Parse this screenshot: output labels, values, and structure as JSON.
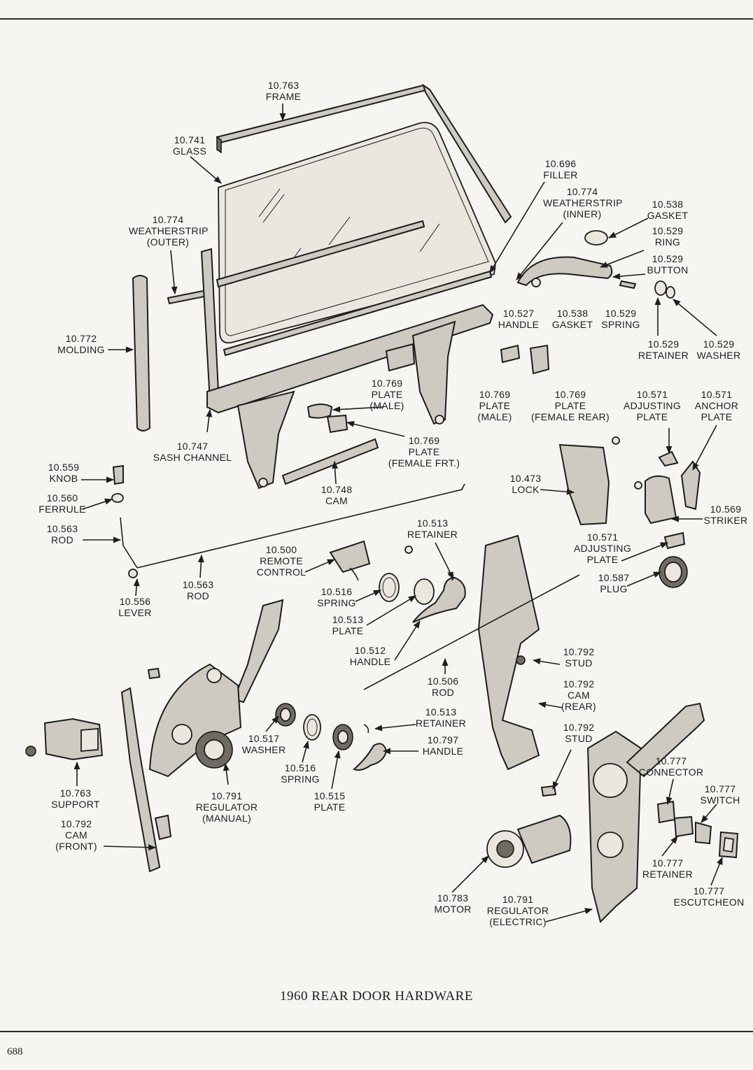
{
  "caption": "1960 REAR DOOR HARDWARE",
  "page_number": "688",
  "callouts": [
    {
      "num": "10.763",
      "lines": [
        "FRAME"
      ]
    },
    {
      "num": "10.741",
      "lines": [
        "GLASS"
      ]
    },
    {
      "num": "10.696",
      "lines": [
        "FILLER"
      ]
    },
    {
      "num": "10.774",
      "lines": [
        "WEATHERSTRIP",
        "(INNER)"
      ]
    },
    {
      "num": "10.538",
      "lines": [
        "GASKET"
      ]
    },
    {
      "num": "10.529",
      "lines": [
        "RING"
      ]
    },
    {
      "num": "10.529",
      "lines": [
        "BUTTON"
      ]
    },
    {
      "num": "10.774",
      "lines": [
        "WEATHERSTRIP",
        "(OUTER)"
      ]
    },
    {
      "num": "10.527",
      "lines": [
        "HANDLE"
      ]
    },
    {
      "num": "10.538",
      "lines": [
        "GASKET"
      ]
    },
    {
      "num": "10.529",
      "lines": [
        "SPRING"
      ]
    },
    {
      "num": "10.772",
      "lines": [
        "MOLDING"
      ]
    },
    {
      "num": "10.529",
      "lines": [
        "RETAINER"
      ]
    },
    {
      "num": "10.529",
      "lines": [
        "WASHER"
      ]
    },
    {
      "num": "10.769",
      "lines": [
        "PLATE",
        "(MALE)"
      ]
    },
    {
      "num": "10.769",
      "lines": [
        "PLATE",
        "(MALE)"
      ]
    },
    {
      "num": "10.769",
      "lines": [
        "PLATE",
        "(FEMALE REAR)"
      ]
    },
    {
      "num": "10.571",
      "lines": [
        "ADJUSTING",
        "PLATE"
      ]
    },
    {
      "num": "10.571",
      "lines": [
        "ANCHOR",
        "PLATE"
      ]
    },
    {
      "num": "10.747",
      "lines": [
        "SASH CHANNEL"
      ]
    },
    {
      "num": "10.769",
      "lines": [
        "PLATE",
        "(FEMALE FRT.)"
      ]
    },
    {
      "num": "10.559",
      "lines": [
        "KNOB"
      ]
    },
    {
      "num": "10.560",
      "lines": [
        "FERRULE"
      ]
    },
    {
      "num": "10.748",
      "lines": [
        "CAM"
      ]
    },
    {
      "num": "10.473",
      "lines": [
        "LOCK"
      ]
    },
    {
      "num": "10.569",
      "lines": [
        "STRIKER"
      ]
    },
    {
      "num": "10.563",
      "lines": [
        "ROD"
      ]
    },
    {
      "num": "10.513",
      "lines": [
        "RETAINER"
      ]
    },
    {
      "num": "10.571",
      "lines": [
        "ADJUSTING",
        "PLATE"
      ]
    },
    {
      "num": "10.500",
      "lines": [
        "REMOTE",
        "CONTROL"
      ]
    },
    {
      "num": "10.587",
      "lines": [
        "PLUG"
      ]
    },
    {
      "num": "10.563",
      "lines": [
        "ROD"
      ]
    },
    {
      "num": "10.516",
      "lines": [
        "SPRING"
      ]
    },
    {
      "num": "10.556",
      "lines": [
        "LEVER"
      ]
    },
    {
      "num": "10.513",
      "lines": [
        "PLATE"
      ]
    },
    {
      "num": "10.512",
      "lines": [
        "HANDLE"
      ]
    },
    {
      "num": "10.792",
      "lines": [
        "STUD"
      ]
    },
    {
      "num": "10.506",
      "lines": [
        "ROD"
      ]
    },
    {
      "num": "10.792",
      "lines": [
        "CAM",
        "(REAR)"
      ]
    },
    {
      "num": "10.513",
      "lines": [
        "RETAINER"
      ]
    },
    {
      "num": "10.517",
      "lines": [
        "WASHER"
      ]
    },
    {
      "num": "10.797",
      "lines": [
        "HANDLE"
      ]
    },
    {
      "num": "10.792",
      "lines": [
        "STUD"
      ]
    },
    {
      "num": "10.516",
      "lines": [
        "SPRING"
      ]
    },
    {
      "num": "10.777",
      "lines": [
        "CONNECTOR"
      ]
    },
    {
      "num": "10.763",
      "lines": [
        "SUPPORT"
      ]
    },
    {
      "num": "10.791",
      "lines": [
        "REGULATOR",
        "(MANUAL)"
      ]
    },
    {
      "num": "10.515",
      "lines": [
        "PLATE"
      ]
    },
    {
      "num": "10.777",
      "lines": [
        "SWITCH"
      ]
    },
    {
      "num": "10.792",
      "lines": [
        "CAM",
        "(FRONT)"
      ]
    },
    {
      "num": "10.777",
      "lines": [
        "RETAINER"
      ]
    },
    {
      "num": "10.783",
      "lines": [
        "MOTOR"
      ]
    },
    {
      "num": "10.791",
      "lines": [
        "REGULATOR",
        "(ELECTRIC)"
      ]
    },
    {
      "num": "10.777",
      "lines": [
        "ESCUTCHEON"
      ]
    }
  ]
}
